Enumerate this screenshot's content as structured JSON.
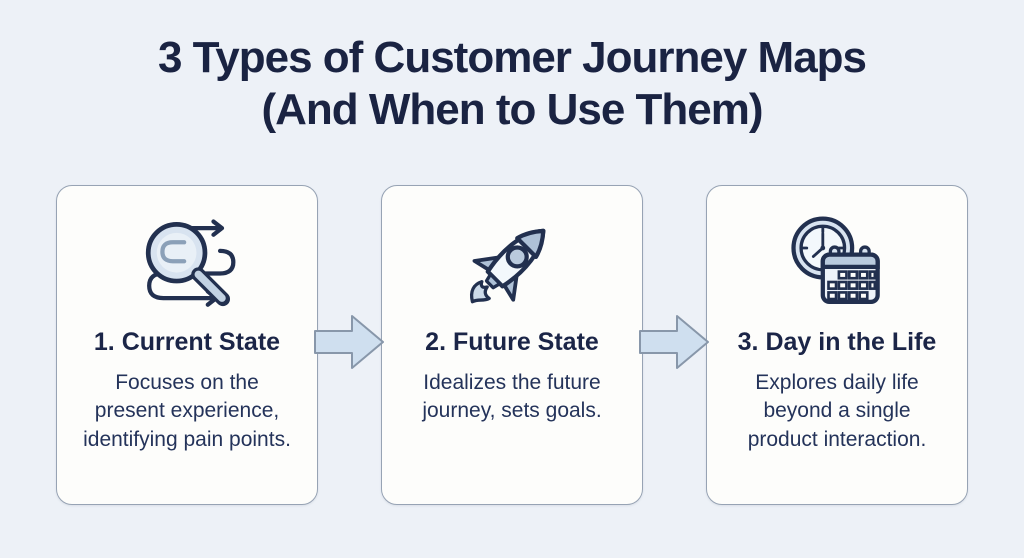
{
  "title": {
    "line1": "3 Types of Customer Journey Maps",
    "line2": "(And When to Use Them)"
  },
  "cards": [
    {
      "heading": "1. Current State",
      "description": "Focuses on the present experience, identifying pain points.",
      "icon": "magnifier-journey-icon"
    },
    {
      "heading": "2. Future State",
      "description": "Idealizes the future journey, sets goals.",
      "icon": "rocket-icon"
    },
    {
      "heading": "3. Day in the Life",
      "description": "Explores daily life beyond a single product interaction.",
      "icon": "clock-calendar-icon"
    }
  ],
  "colors": {
    "background": "#edf1f7",
    "card_background": "#fdfdfb",
    "card_border": "#97a3b4",
    "title_text": "#1a2342",
    "body_text": "#24335a",
    "arrow_fill": "#cfdfef",
    "arrow_stroke": "#8897aa",
    "icon_outline": "#22304f",
    "icon_fill_light": "#d8e3f0",
    "icon_fill_medium": "#aec1d7"
  }
}
